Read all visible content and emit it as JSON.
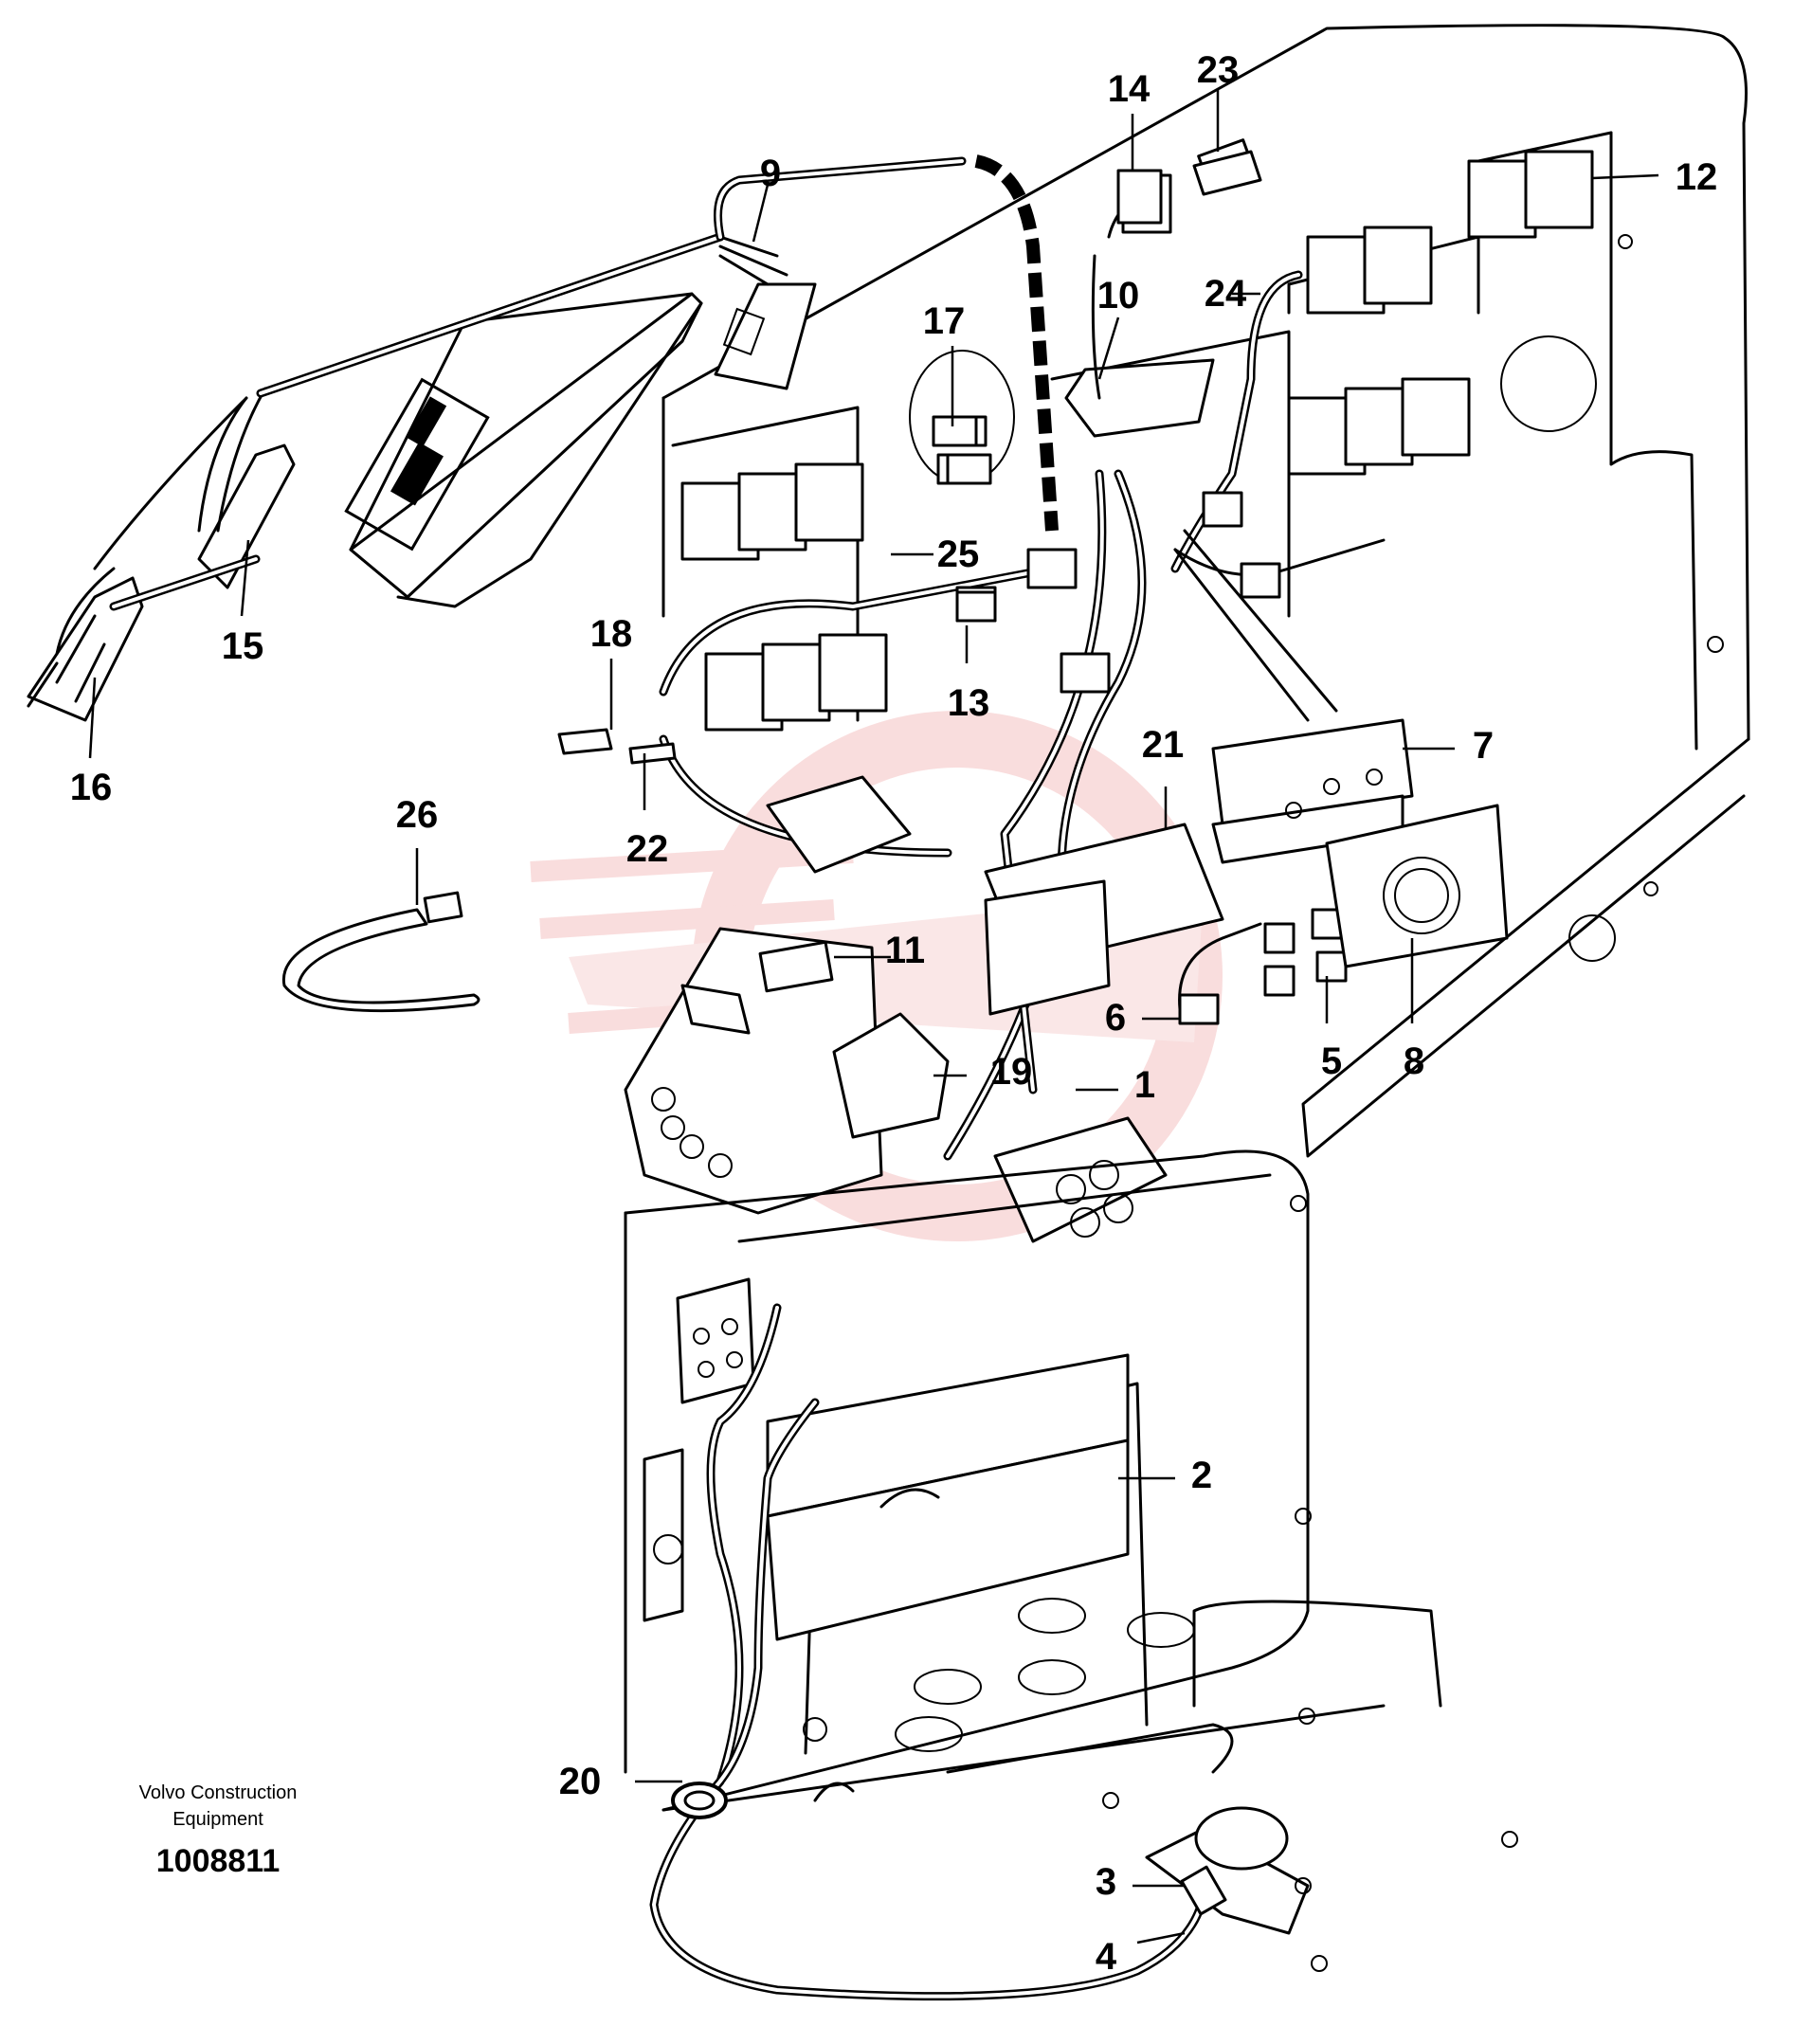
{
  "callouts": [
    {
      "id": "1",
      "label": "1"
    },
    {
      "id": "2",
      "label": "2"
    },
    {
      "id": "3",
      "label": "3"
    },
    {
      "id": "4",
      "label": "4"
    },
    {
      "id": "5",
      "label": "5"
    },
    {
      "id": "6",
      "label": "6"
    },
    {
      "id": "7",
      "label": "7"
    },
    {
      "id": "8",
      "label": "8"
    },
    {
      "id": "9",
      "label": "9"
    },
    {
      "id": "10",
      "label": "10"
    },
    {
      "id": "11",
      "label": "11"
    },
    {
      "id": "12",
      "label": "12"
    },
    {
      "id": "13",
      "label": "13"
    },
    {
      "id": "14",
      "label": "14"
    },
    {
      "id": "15",
      "label": "15"
    },
    {
      "id": "16",
      "label": "16"
    },
    {
      "id": "17",
      "label": "17"
    },
    {
      "id": "18",
      "label": "18"
    },
    {
      "id": "19",
      "label": "19"
    },
    {
      "id": "20",
      "label": "20"
    },
    {
      "id": "21",
      "label": "21"
    },
    {
      "id": "22",
      "label": "22"
    },
    {
      "id": "23",
      "label": "23"
    },
    {
      "id": "24",
      "label": "24"
    },
    {
      "id": "25",
      "label": "25"
    },
    {
      "id": "26",
      "label": "26"
    }
  ],
  "caption": {
    "brand_line1": "Volvo Construction",
    "brand_line2": "Equipment",
    "drawing_number": "1008811"
  },
  "colors": {
    "ink": "#000000",
    "paper": "#ffffff",
    "watermark": "#f2b4b4"
  }
}
